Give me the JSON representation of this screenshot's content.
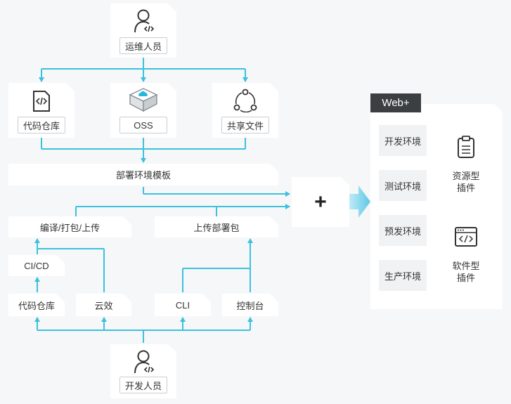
{
  "ops": {
    "label": "运维人员",
    "icon": "person-code-icon"
  },
  "sources": [
    {
      "key": "repo",
      "label": "代码仓库",
      "icon": "code-file-icon"
    },
    {
      "key": "oss",
      "label": "OSS",
      "icon": "cloud-storage-cube-icon"
    },
    {
      "key": "share",
      "label": "共享文件",
      "icon": "share-icon"
    }
  ],
  "template": {
    "label": "部署环境模板"
  },
  "plus": {
    "symbol": "+"
  },
  "build": {
    "label": "编译/打包/上传"
  },
  "upload": {
    "label": "上传部署包"
  },
  "cicd": {
    "label": "CI/CD"
  },
  "dev_sources": [
    {
      "key": "repo2",
      "label": "代码仓库"
    },
    {
      "key": "yunxiao",
      "label": "云效"
    },
    {
      "key": "cli",
      "label": "CLI"
    },
    {
      "key": "console",
      "label": "控制台"
    }
  ],
  "developer": {
    "label": "开发人员",
    "icon": "person-code-icon"
  },
  "webplus": {
    "title": "Web+",
    "environments": [
      "开发环境",
      "测试环境",
      "预发环境",
      "生产环境"
    ],
    "plugins": [
      {
        "label_line1": "资源型",
        "label_line2": "插件",
        "icon": "clipboard-icon"
      },
      {
        "label_line1": "软件型",
        "label_line2": "插件",
        "icon": "browser-code-icon"
      }
    ]
  },
  "colors": {
    "connector": "#3cc1de",
    "background": "#f6f7f8",
    "tag": "#3c3f42"
  }
}
